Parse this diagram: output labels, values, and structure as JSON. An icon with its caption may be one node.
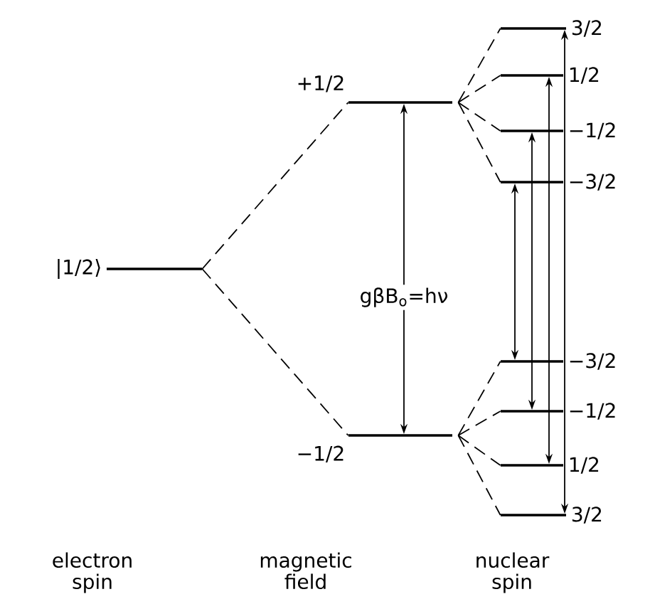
{
  "diagram": {
    "nodes": [
      {
        "text": [
          "|1/2⟩"
        ]
      },
      {
        "text": [
          "+1/2"
        ]
      },
      {
        "text": [
          "−1/2"
        ]
      },
      {
        "text": [
          "3/2"
        ]
      },
      {
        "text": [
          "1/2"
        ]
      },
      {
        "text": [
          "−1/2"
        ]
      },
      {
        "text": [
          "−3/2"
        ]
      },
      {
        "text": [
          "−3/2"
        ]
      },
      {
        "text": [
          "−1/2"
        ]
      },
      {
        "text": [
          "1/2"
        ]
      },
      {
        "text": [
          "3/2"
        ]
      }
    ],
    "edges": [
      {
        "from": 0,
        "to": 1,
        "arrow": "none",
        "style": "dashed"
      },
      {
        "from": 0,
        "to": 2,
        "arrow": "none",
        "style": "dashed"
      },
      {
        "from": 1,
        "to": 3,
        "arrow": "none",
        "style": "dashed"
      },
      {
        "from": 1,
        "to": 4,
        "arrow": "none",
        "style": "dashed"
      },
      {
        "from": 1,
        "to": 5,
        "arrow": "none",
        "style": "dashed"
      },
      {
        "from": 1,
        "to": 6,
        "arrow": "none",
        "style": "dashed"
      },
      {
        "from": 2,
        "to": 7,
        "arrow": "none",
        "style": "dashed"
      },
      {
        "from": 2,
        "to": 8,
        "arrow": "none",
        "style": "dashed"
      },
      {
        "from": 2,
        "to": 9,
        "arrow": "none",
        "style": "dashed"
      },
      {
        "from": 2,
        "to": 10,
        "arrow": "none",
        "style": "dashed"
      },
      {
        "from": 2,
        "to": 1,
        "arrow": "both",
        "label": "gβB$_{o}$=hν"
      },
      {
        "from": 7,
        "to": 6,
        "arrow": "both"
      },
      {
        "from": 8,
        "to": 5,
        "arrow": "both"
      },
      {
        "from": 9,
        "to": 4,
        "arrow": "both"
      },
      {
        "from": 10,
        "to": 3,
        "arrow": "both"
      }
    ],
    "labels": [
      "electron spin",
      "magnetic field",
      "nuclear spin"
    ]
  }
}
